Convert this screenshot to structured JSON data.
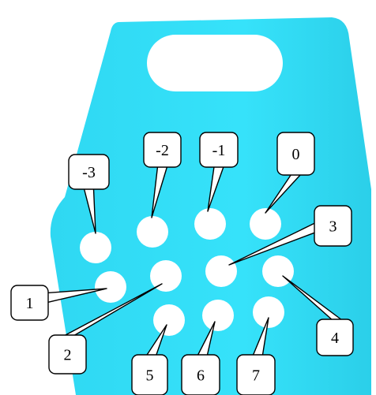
{
  "diagram": {
    "body_color": "#33e0f8",
    "hole_color": "#ffffff",
    "callouts": [
      {
        "id": "m3",
        "label": "-3"
      },
      {
        "id": "m2",
        "label": "-2"
      },
      {
        "id": "m1",
        "label": "-1"
      },
      {
        "id": "z0",
        "label": "0"
      },
      {
        "id": "p1",
        "label": "1"
      },
      {
        "id": "p2",
        "label": "2"
      },
      {
        "id": "p3",
        "label": "3"
      },
      {
        "id": "p4",
        "label": "4"
      },
      {
        "id": "p5",
        "label": "5"
      },
      {
        "id": "p6",
        "label": "6"
      },
      {
        "id": "p7",
        "label": "7"
      }
    ]
  }
}
